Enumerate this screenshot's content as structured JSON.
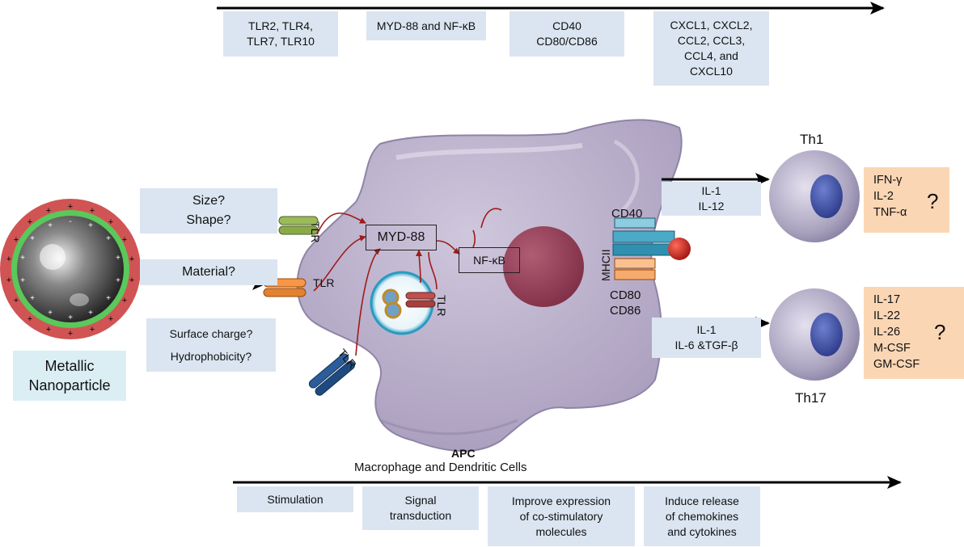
{
  "top_flow": {
    "boxes": [
      {
        "lines": [
          "TLR2, TLR4,",
          "TLR7, TLR10"
        ]
      },
      {
        "lines": [
          "MYD-88 and NF-κB"
        ]
      },
      {
        "lines": [
          "CD40",
          "CD80/CD86"
        ]
      },
      {
        "lines": [
          "CXCL1, CXCL2,",
          "CCL2, CCL3,",
          "CCL4, and",
          "CXCL10"
        ]
      }
    ]
  },
  "bottom_flow": {
    "boxes": [
      {
        "lines": [
          "Stimulation"
        ]
      },
      {
        "lines": [
          "Signal",
          "transduction"
        ]
      },
      {
        "lines": [
          "Improve expression",
          "of co-stimulatory",
          "molecules"
        ]
      },
      {
        "lines": [
          "Induce release",
          "of chemokines",
          "and cytokines"
        ]
      }
    ]
  },
  "nanoparticle": {
    "label_lines": [
      "Metallic",
      "Nanoparticle"
    ],
    "properties": [
      {
        "lines": [
          "Size?",
          "Shape?"
        ]
      },
      {
        "lines": [
          "Material?"
        ]
      },
      {
        "lines": [
          "Surface charge?",
          "Hydrophobicity?"
        ]
      }
    ]
  },
  "apc": {
    "title": "APC",
    "subtitle": "Macrophage and Dendritic Cells",
    "myd88": "MYD-88",
    "nfkb": "NF-κB",
    "tlr": "TLR",
    "mhcii": "MHCII",
    "cd40": "CD40",
    "cd80": "CD80",
    "cd86": "CD86"
  },
  "th_cells": [
    {
      "name": "Th1",
      "signals": [
        "IL-1",
        "IL-12"
      ],
      "cytokines": [
        "IFN-γ",
        "IL-2",
        "TNF-α"
      ],
      "question": "?"
    },
    {
      "name": "Th17",
      "signals": [
        "IL-1",
        "IL-6 &TGF-β"
      ],
      "cytokines": [
        "IL-17",
        "IL-22",
        "IL-26",
        "M-CSF",
        "GM-CSF"
      ],
      "question": "?"
    }
  ],
  "colors": {
    "box_blue": "#dbe5f1",
    "box_orange": "#fbd6b4",
    "cell_purple": "#b3a8c6",
    "nucleus": "#a24d62",
    "arrow_red": "#a01a1a"
  }
}
